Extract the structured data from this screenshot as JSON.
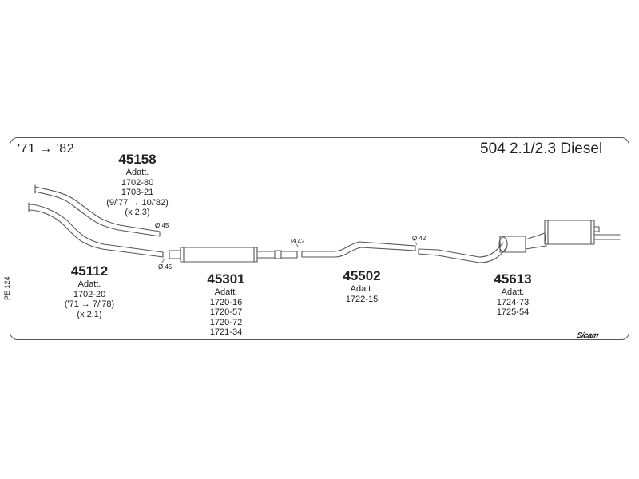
{
  "header": {
    "years": "'71 → '82",
    "model": "504 2.1/2.3 Diesel"
  },
  "parts": [
    {
      "number": "45158",
      "lines": [
        "Adatt.",
        "1702-80",
        "1703-21",
        "(9/'77 → 10/'82)",
        "(x 2.3)"
      ]
    },
    {
      "number": "45112",
      "lines": [
        "Adatt.",
        "1702-20",
        "('71 → 7/'78)",
        "(x 2.1)"
      ]
    },
    {
      "number": "45301",
      "lines": [
        "Adatt.",
        "1720-16",
        "1720-57",
        "1720-72",
        "1721-34"
      ]
    },
    {
      "number": "45502",
      "lines": [
        "Adatt.",
        "1722-15"
      ]
    },
    {
      "number": "45613",
      "lines": [
        "Adatt.",
        "1724-73",
        "1725-54"
      ]
    }
  ],
  "diameters": [
    "Ø 45",
    "Ø 45",
    "Ø 42",
    "Ø 42"
  ],
  "sheet_code": "PE 124",
  "logo_text": "Sicam"
}
